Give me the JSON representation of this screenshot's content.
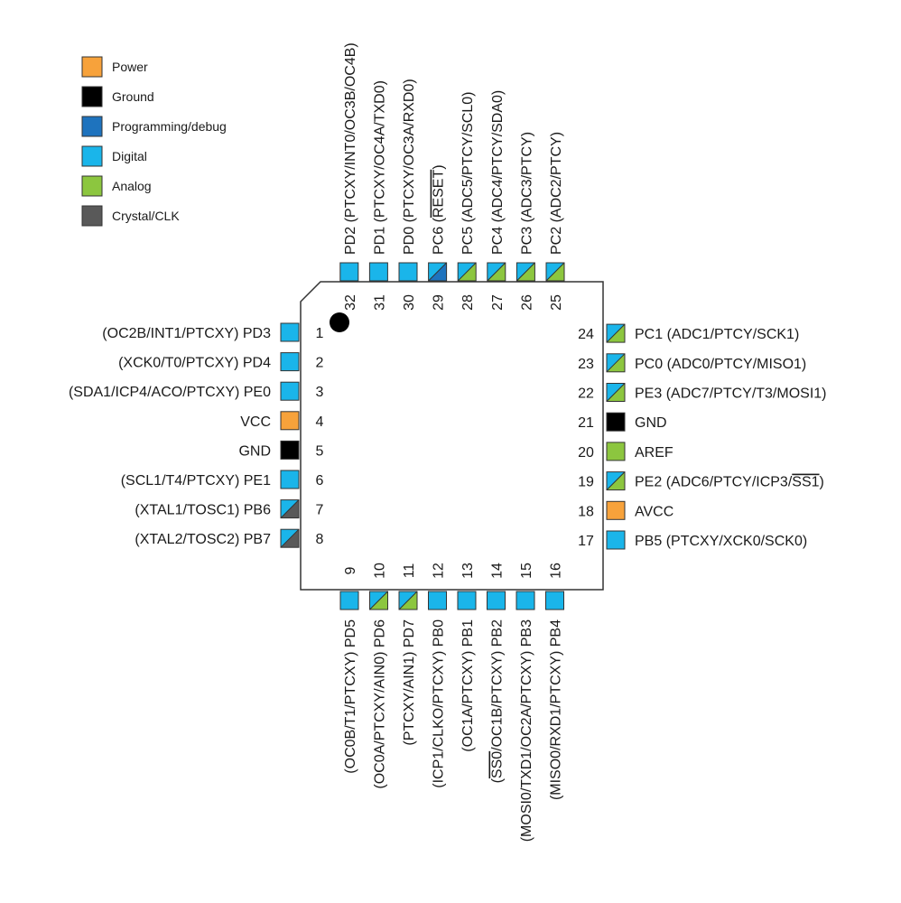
{
  "colors": {
    "Power": "#f7a23b",
    "Ground": "#000000",
    "Programming/debug": "#1e73be",
    "Digital": "#1ab5ea",
    "Analog": "#8cc63f",
    "Crystal/CLK": "#595959",
    "outline": "#333333"
  },
  "legend": [
    {
      "label": "Power",
      "type": "Power"
    },
    {
      "label": "Ground",
      "type": "Ground"
    },
    {
      "label": "Programming/debug",
      "type": "Programming/debug"
    },
    {
      "label": "Digital",
      "type": "Digital"
    },
    {
      "label": "Analog",
      "type": "Analog"
    },
    {
      "label": "Crystal/CLK",
      "type": "Crystal/CLK"
    }
  ],
  "pins": {
    "left": [
      {
        "num": "1",
        "label": "(OC2B/INT1/PTCXY) PD3",
        "types": [
          "Digital"
        ]
      },
      {
        "num": "2",
        "label": "(XCK0/T0/PTCXY) PD4",
        "types": [
          "Digital"
        ]
      },
      {
        "num": "3",
        "label": "(SDA1/ICP4/ACO/PTCXY) PE0",
        "types": [
          "Digital"
        ]
      },
      {
        "num": "4",
        "label": "VCC",
        "types": [
          "Power"
        ]
      },
      {
        "num": "5",
        "label": "GND",
        "types": [
          "Ground"
        ]
      },
      {
        "num": "6",
        "label": "(SCL1/T4/PTCXY) PE1",
        "types": [
          "Digital"
        ]
      },
      {
        "num": "7",
        "label": "(XTAL1/TOSC1) PB6",
        "types": [
          "Digital",
          "Crystal/CLK"
        ]
      },
      {
        "num": "8",
        "label": "(XTAL2/TOSC2) PB7",
        "types": [
          "Digital",
          "Crystal/CLK"
        ]
      }
    ],
    "bottom": [
      {
        "num": "9",
        "label": "(OC0B/T1/PTCXY) PD5",
        "types": [
          "Digital"
        ]
      },
      {
        "num": "10",
        "label": "(OC0A/PTCXY/AIN0) PD6",
        "types": [
          "Digital",
          "Analog"
        ]
      },
      {
        "num": "11",
        "label": "(PTCXY/AIN1) PD7",
        "types": [
          "Digital",
          "Analog"
        ]
      },
      {
        "num": "12",
        "label": "(ICP1/CLKO/PTCXY) PB0",
        "types": [
          "Digital"
        ]
      },
      {
        "num": "13",
        "label": "(OC1A/PTCXY) PB1",
        "types": [
          "Digital"
        ]
      },
      {
        "num": "14",
        "label": "(SS0/OC1B/PTCXY) PB2",
        "types": [
          "Digital"
        ]
      },
      {
        "num": "15",
        "label": "(MOSI0/TXD1/OC2A/PTCXY) PB3",
        "types": [
          "Digital"
        ]
      },
      {
        "num": "16",
        "label": "(MISO0/RXD1/PTCXY) PB4",
        "types": [
          "Digital"
        ]
      }
    ],
    "right": [
      {
        "num": "17",
        "label": "PB5 (PTCXY/XCK0/SCK0)",
        "types": [
          "Digital"
        ]
      },
      {
        "num": "18",
        "label": "AVCC",
        "types": [
          "Power"
        ]
      },
      {
        "num": "19",
        "label": "PE2 (ADC6/PTCY/ICP3/SS1)",
        "types": [
          "Digital",
          "Analog"
        ]
      },
      {
        "num": "20",
        "label": "AREF",
        "types": [
          "Analog"
        ]
      },
      {
        "num": "21",
        "label": "GND",
        "types": [
          "Ground"
        ]
      },
      {
        "num": "22",
        "label": "PE3 (ADC7/PTCY/T3/MOSI1)",
        "types": [
          "Digital",
          "Analog"
        ]
      },
      {
        "num": "23",
        "label": "PC0 (ADC0/PTCY/MISO1)",
        "types": [
          "Digital",
          "Analog"
        ]
      },
      {
        "num": "24",
        "label": "PC1 (ADC1/PTCY/SCK1)",
        "types": [
          "Digital",
          "Analog"
        ]
      }
    ],
    "top": [
      {
        "num": "25",
        "label": "PC2 (ADC2/PTCY)",
        "types": [
          "Digital",
          "Analog"
        ]
      },
      {
        "num": "26",
        "label": "PC3 (ADC3/PTCY)",
        "types": [
          "Digital",
          "Analog"
        ]
      },
      {
        "num": "27",
        "label": "PC4 (ADC4/PTCY/SDA0)",
        "types": [
          "Digital",
          "Analog"
        ]
      },
      {
        "num": "28",
        "label": "PC5 (ADC5/PTCY/SCL0)",
        "types": [
          "Digital",
          "Analog"
        ]
      },
      {
        "num": "29",
        "label": "PC6 (RESET)",
        "types": [
          "Digital",
          "Programming/debug"
        ]
      },
      {
        "num": "30",
        "label": "PD0 (PTCXY/OC3A/RXD0)",
        "types": [
          "Digital"
        ]
      },
      {
        "num": "31",
        "label": "PD1 (PTCXY/OC4A/TXD0)",
        "types": [
          "Digital"
        ]
      },
      {
        "num": "32",
        "label": "PD2 (PTCXY/INT0/OC3B/OC4B)",
        "types": [
          "Digital"
        ]
      }
    ]
  }
}
